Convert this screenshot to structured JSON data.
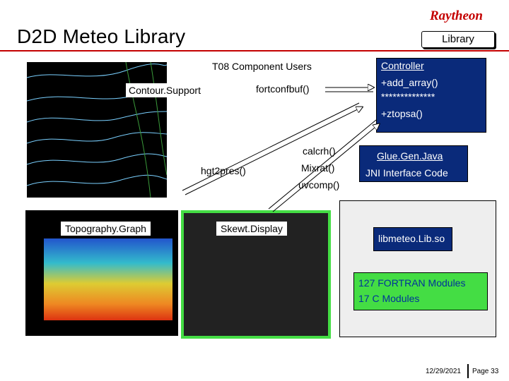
{
  "title": "D2D Meteo Library",
  "logo_text": "Raytheon",
  "tag": "Library",
  "labels": {
    "t08": "T08 Component Users",
    "contour": "Contour.Support",
    "fortconfbuf": "fortconfbuf()",
    "hgt2pres": "hgt2pres()",
    "calcrh": "calcrh()",
    "mixrat": "Mixrat()",
    "uvcomp": "uvcomp()",
    "topo": "Topography.Graph",
    "skewt": "Skewt.Display"
  },
  "controller": {
    "name": "Controller",
    "line1": "+add_array()",
    "line2": "**************",
    "line3": "+ztopsa()"
  },
  "glue": {
    "name": "Glue.Gen.Java",
    "desc": "JNI Interface Code"
  },
  "lib": {
    "name": "libmeteo.Lib.so",
    "line1": "127 FORTRAN Modules",
    "line2": "17 C Modules"
  },
  "footer": {
    "date": "12/29/2021",
    "page": "Page 33"
  }
}
